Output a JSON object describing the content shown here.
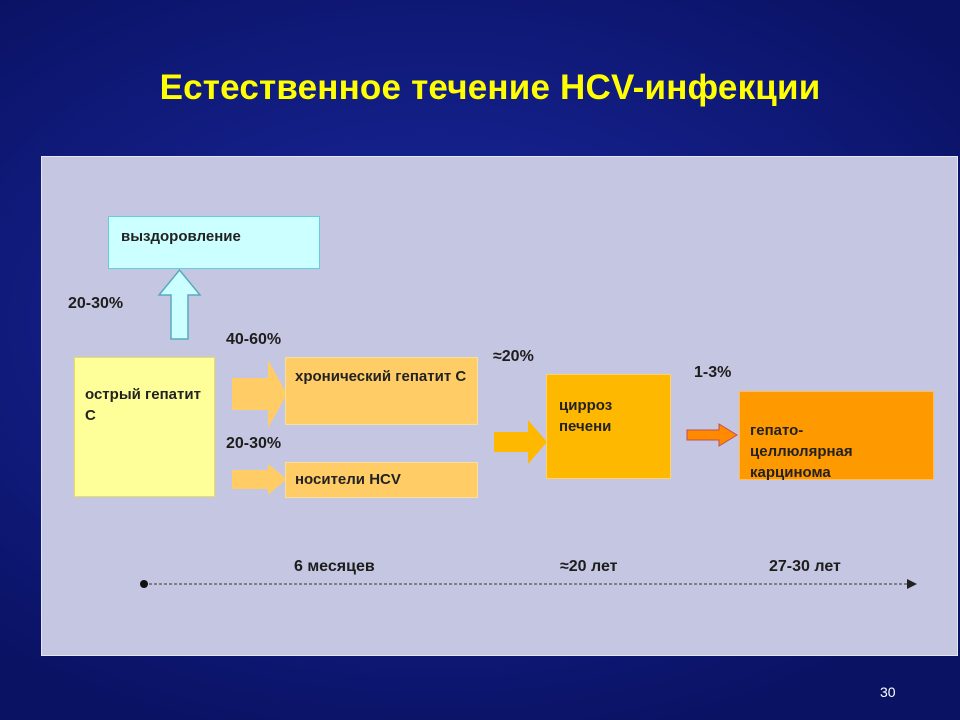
{
  "slide": {
    "title": "Естественное течение HCV-инфекции",
    "page_number": "30"
  },
  "stages": {
    "recovery": "выздоровление",
    "acute": "острый гепатит С",
    "chronic": "хронический гепатит С",
    "carriers": "носители HCV",
    "cirrhosis": "цирроз печени",
    "carcinoma": "гепато-\nцеллюлярная карцинома"
  },
  "rates": {
    "to_recovery": "20-30%",
    "to_chronic": "40-60%",
    "to_carriers": "20-30%",
    "to_cirrhosis": "≈20%",
    "to_carcinoma": "1-3%"
  },
  "timeline": {
    "t1": "6 месяцев",
    "t2": "≈20 лет",
    "t3": "27-30 лет"
  },
  "colors": {
    "title": "#ffff00",
    "recovery_box": "#ccffff",
    "acute_box": "#ffff99",
    "chronic_box": "#ffcc66",
    "cirrhosis_box": "#ffb800",
    "carcinoma_box": "#ff9900"
  }
}
